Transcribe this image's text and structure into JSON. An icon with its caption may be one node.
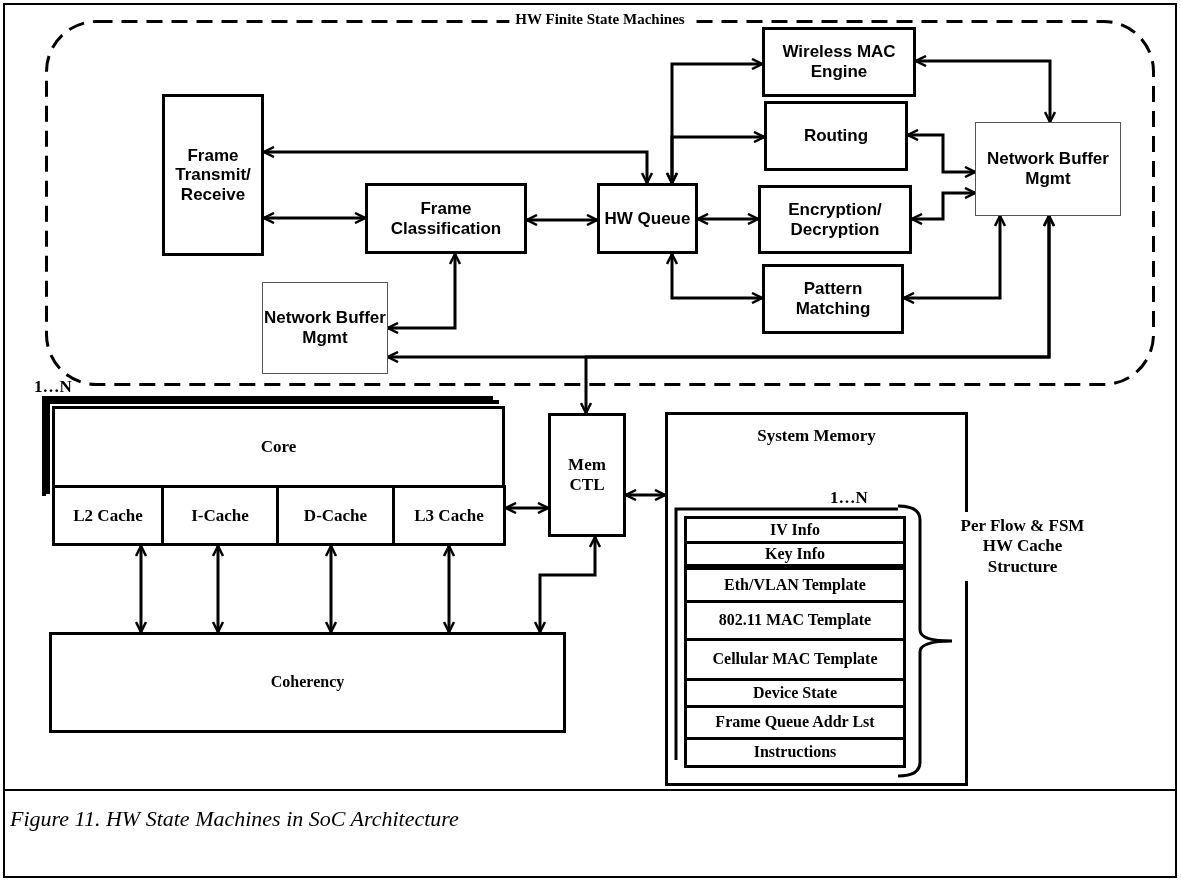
{
  "diagram": {
    "caption": "Figure 11. HW State Machines in SoC Architecture",
    "nodes": [
      {
        "text": [
          "HW Finite State Machines"
        ]
      },
      {
        "text": [
          "Frame Transmit/ Receive"
        ],
        "in": 0
      },
      {
        "text": [
          "Frame Classification"
        ],
        "in": 0
      },
      {
        "text": [
          "HW Queue"
        ],
        "in": 0
      },
      {
        "text": [
          "Wireless MAC Engine"
        ],
        "in": 0
      },
      {
        "text": [
          "Routing"
        ],
        "in": 0
      },
      {
        "text": [
          "Encryption/ Decryption"
        ],
        "in": 0
      },
      {
        "text": [
          "Pattern Matching"
        ],
        "in": 0
      },
      {
        "text": [
          "Network Buffer Mgmt"
        ],
        "in": 0
      },
      {
        "text": [
          "Network Buffer Mgmt"
        ],
        "in": 0
      },
      {
        "text": [
          "Core"
        ]
      },
      {
        "text": [
          "L2 Cache"
        ]
      },
      {
        "text": [
          "I-Cache"
        ]
      },
      {
        "text": [
          "D-Cache"
        ]
      },
      {
        "text": [
          "L3 Cache"
        ]
      },
      {
        "text": [
          "Mem CTL"
        ]
      },
      {
        "text": [
          "System Memory"
        ]
      },
      {
        "text": [
          "IV Info"
        ],
        "in": 16
      },
      {
        "text": [
          "Key Info"
        ],
        "in": 16
      },
      {
        "text": [
          "Eth/VLAN Template"
        ],
        "in": 16
      },
      {
        "text": [
          "802.11 MAC Template"
        ],
        "in": 16
      },
      {
        "text": [
          "Cellular MAC Template"
        ],
        "in": 16
      },
      {
        "text": [
          "Device State"
        ],
        "in": 16
      },
      {
        "text": [
          "Frame Queue Addr Lst"
        ],
        "in": 16
      },
      {
        "text": [
          "Instructions"
        ],
        "in": 16
      },
      {
        "text": [
          "Coherency"
        ]
      }
    ],
    "edges": [
      {
        "from": 1,
        "to": 3,
        "arrow": "both"
      },
      {
        "from": 1,
        "to": 2,
        "arrow": "both"
      },
      {
        "from": 2,
        "to": 3,
        "arrow": "both"
      },
      {
        "from": 2,
        "to": 9,
        "arrow": "both"
      },
      {
        "from": 3,
        "to": 4,
        "arrow": "both"
      },
      {
        "from": 3,
        "to": 5,
        "arrow": "both"
      },
      {
        "from": 3,
        "to": 6,
        "arrow": "both"
      },
      {
        "from": 3,
        "to": 7,
        "arrow": "both"
      },
      {
        "from": 4,
        "to": 8,
        "arrow": "both"
      },
      {
        "from": 5,
        "to": 8,
        "arrow": "both"
      },
      {
        "from": 6,
        "to": 8,
        "arrow": "both"
      },
      {
        "from": 7,
        "to": 8,
        "arrow": "both"
      },
      {
        "from": 8,
        "to": 9,
        "arrow": "both"
      },
      {
        "from": 8,
        "to": 15,
        "arrow": "both"
      },
      {
        "from": 14,
        "to": 15,
        "arrow": "both"
      },
      {
        "from": 15,
        "to": 16,
        "arrow": "both"
      },
      {
        "from": 11,
        "to": 25,
        "arrow": "both"
      },
      {
        "from": 12,
        "to": 25,
        "arrow": "both"
      },
      {
        "from": 13,
        "to": 25,
        "arrow": "both"
      },
      {
        "from": 14,
        "to": 25,
        "arrow": "both"
      },
      {
        "from": 25,
        "to": 15,
        "arrow": "both"
      }
    ],
    "labels": [
      "1…N",
      "1…N",
      "Per Flow & FSM HW Cache Structure"
    ]
  }
}
